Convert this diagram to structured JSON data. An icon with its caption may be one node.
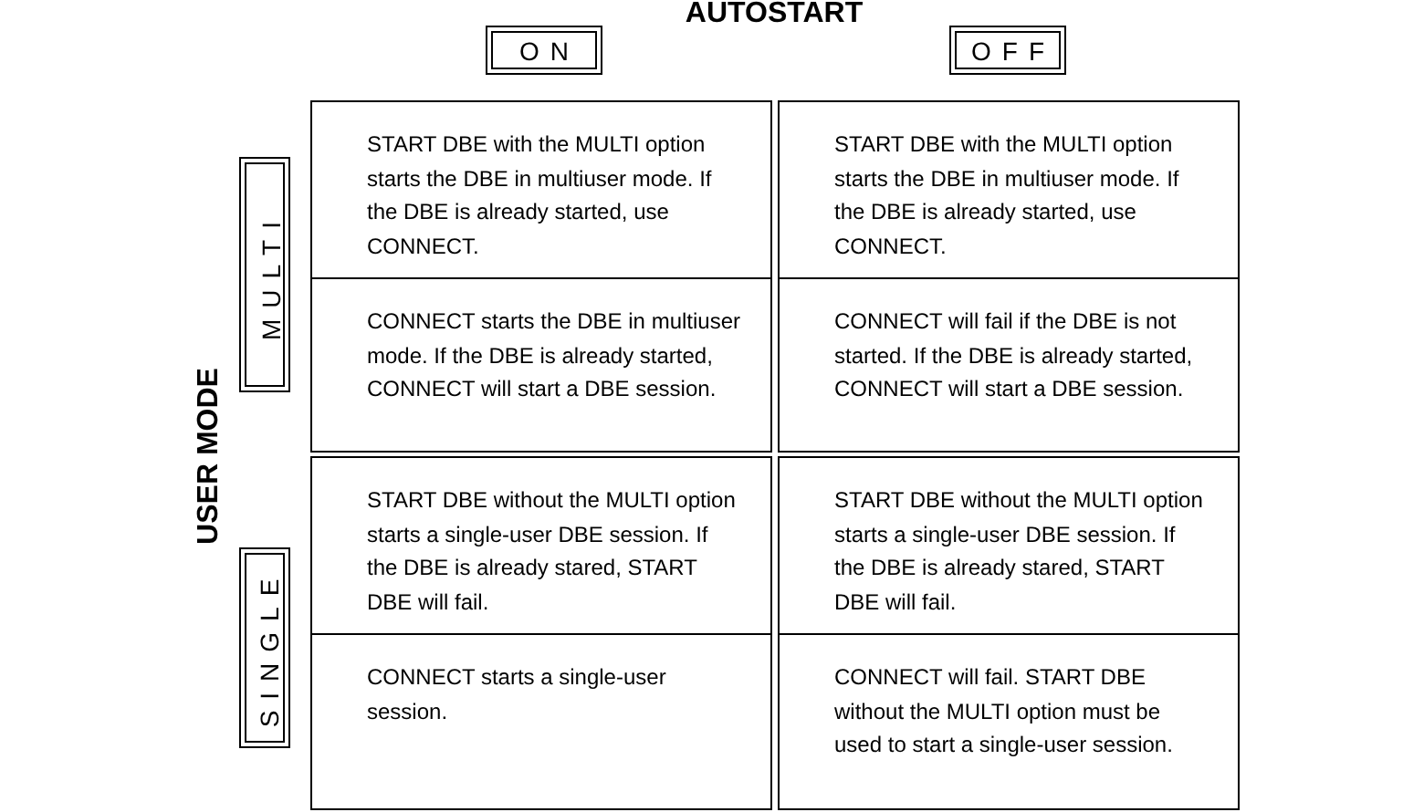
{
  "diagram": {
    "nodes": [
      {
        "text": [
          "ON"
        ]
      },
      {
        "text": [
          "OFF"
        ]
      },
      {
        "text": [
          "MULTI"
        ]
      },
      {
        "text": [
          "SINGLE"
        ]
      },
      {
        "text": [
          "START DBE with the MULTI option starts the DBE in multiuser mode. If the DBE is already started, use CONNECT."
        ]
      },
      {
        "text": [
          "START DBE with the MULTI option starts the DBE in multiuser mode. If the DBE is already started, use CONNECT."
        ]
      },
      {
        "text": [
          "CONNECT starts the DBE in multiuser mode. If the DBE is already started, CONNECT will start a DBE session."
        ]
      },
      {
        "text": [
          "CONNECT will fail if the DBE is not started. If the DBE is already started, CONNECT will start a DBE session."
        ]
      },
      {
        "text": [
          "START DBE without the MULTI option starts a single-user DBE session. If the DBE is already stared, START DBE will fail."
        ]
      },
      {
        "text": [
          "START DBE without the MULTI option starts a single-user DBE session. If the DBE is already stared, START DBE will fail."
        ]
      },
      {
        "text": [
          "CONNECT starts a single-user session."
        ]
      },
      {
        "text": [
          "CONNECT will fail. START DBE without the MULTI option must be used to start a single-user session."
        ]
      }
    ],
    "labels": [
      "AUTOSTART",
      "USER MODE"
    ]
  }
}
